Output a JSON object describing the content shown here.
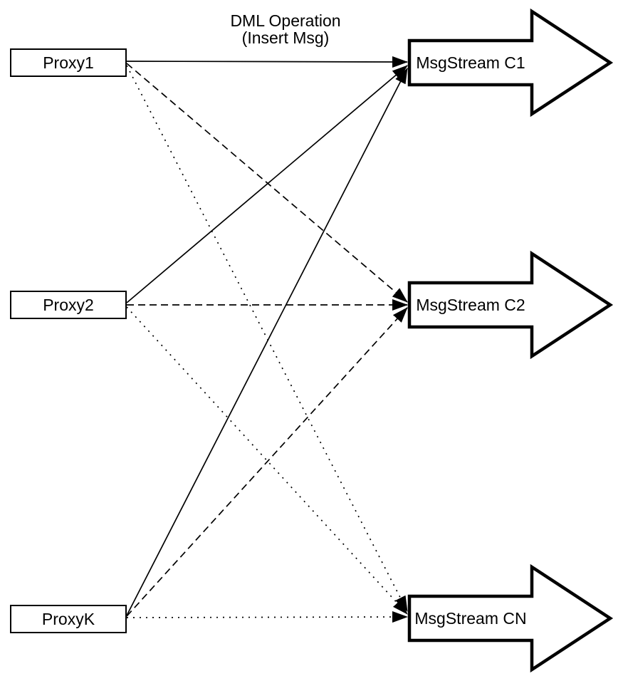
{
  "diagram": {
    "title": {
      "line1": "DML Operation",
      "line2": "(Insert Msg)"
    },
    "proxies": [
      {
        "id": "proxy1",
        "label": "Proxy1"
      },
      {
        "id": "proxy2",
        "label": "Proxy2"
      },
      {
        "id": "proxyk",
        "label": "ProxyK"
      }
    ],
    "streams": [
      {
        "id": "c1",
        "label": "MsgStream C1"
      },
      {
        "id": "c2",
        "label": "MsgStream C2"
      },
      {
        "id": "cn",
        "label": "MsgStream CN"
      }
    ],
    "edges": [
      {
        "from": "proxy1",
        "to": "c1",
        "style": "solid"
      },
      {
        "from": "proxy1",
        "to": "c2",
        "style": "dashed"
      },
      {
        "from": "proxy1",
        "to": "cn",
        "style": "dotted"
      },
      {
        "from": "proxy2",
        "to": "c1",
        "style": "solid"
      },
      {
        "from": "proxy2",
        "to": "c2",
        "style": "dashed"
      },
      {
        "from": "proxy2",
        "to": "cn",
        "style": "dotted"
      },
      {
        "from": "proxyk",
        "to": "c1",
        "style": "solid"
      },
      {
        "from": "proxyk",
        "to": "c2",
        "style": "dashed"
      },
      {
        "from": "proxyk",
        "to": "cn",
        "style": "dotted"
      }
    ],
    "colors": {
      "stroke": "#000000",
      "fill": "#ffffff"
    }
  }
}
